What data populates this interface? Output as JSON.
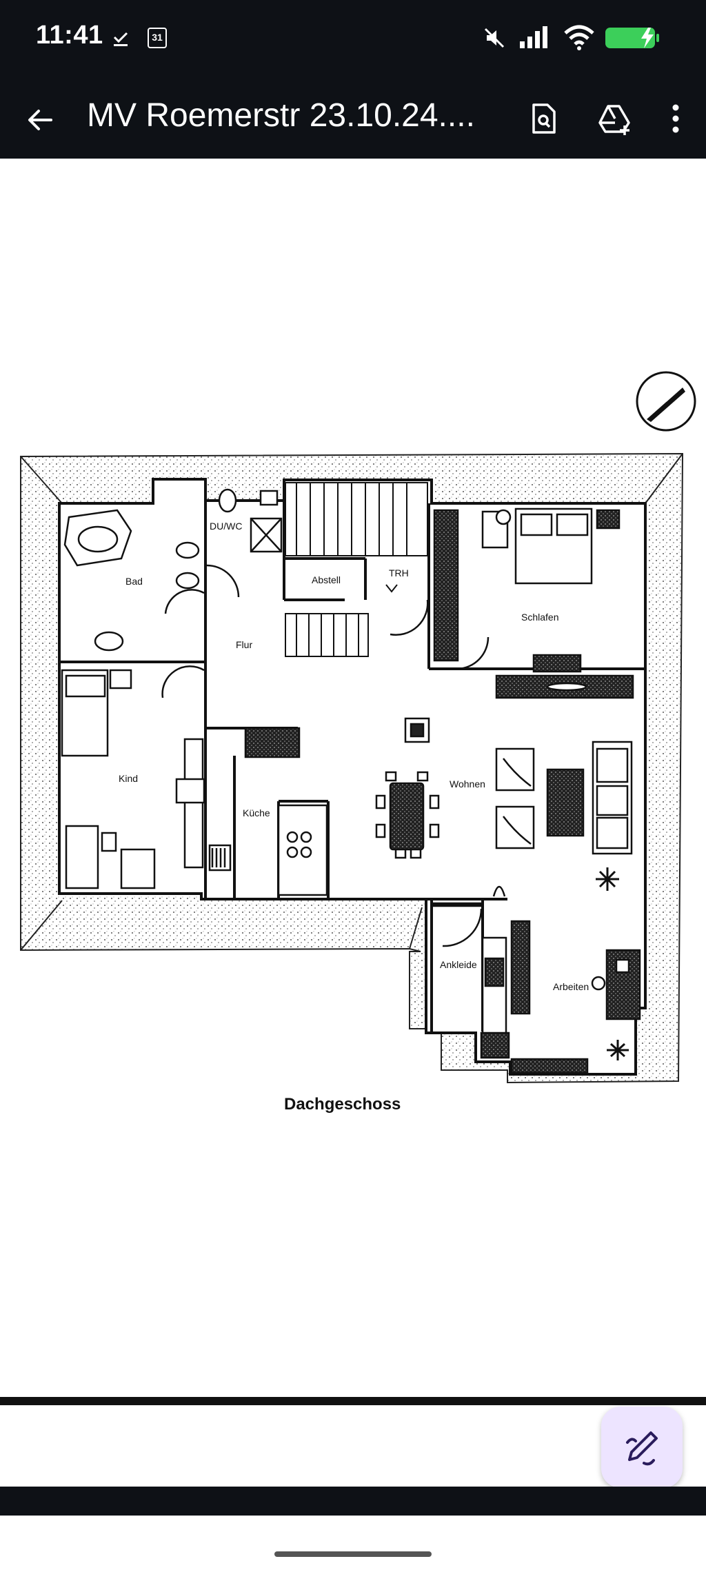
{
  "status_bar": {
    "time": "11:41",
    "calendar_day": "31"
  },
  "app_bar": {
    "title": "MV Roemerstr 23.10.24...."
  },
  "plan": {
    "rooms": {
      "bad": "Bad",
      "du_wc": "DU/WC",
      "abstell": "Abstell",
      "trh": "TRH",
      "schlafen": "Schlafen",
      "flur": "Flur",
      "kind": "Kind",
      "kueche": "Küche",
      "wohnen": "Wohnen",
      "ankleide": "Ankleide",
      "arbeiten": "Arbeiten"
    },
    "caption": "Dachgeschoss"
  }
}
